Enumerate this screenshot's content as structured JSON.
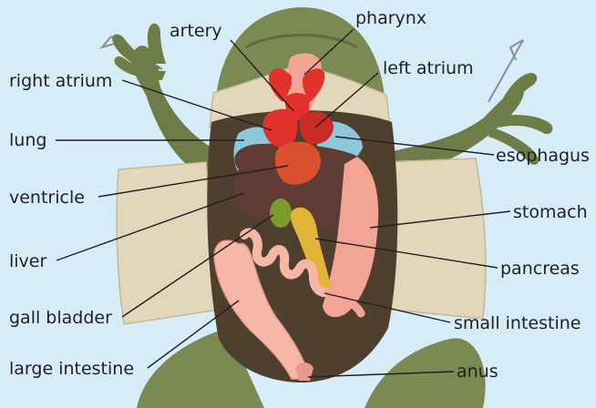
{
  "background_color": "#d6ecf7",
  "labels": {
    "artery": "artery",
    "pharynx": "pharynx",
    "right_atrium": "right atrium",
    "left_atrium": "left atrium",
    "lung": "lung",
    "esophagus": "esophagus",
    "ventricle": "ventricle",
    "stomach": "stomach",
    "liver": "liver",
    "pancreas": "pancreas",
    "gall_bladder": "gall bladder",
    "small_intestine": "small intestine",
    "large_intestine": "large intestine",
    "anus": "anus"
  },
  "colors": {
    "skin": "#7a8a52",
    "flap": "#e2d6bb",
    "cavity": "#4f3f2e",
    "heart": "#e2302a",
    "ventricle": "#d9502e",
    "lung": "#8cc8dc",
    "liver": "#5f3b33",
    "stomach": "#f2a595",
    "gall_bladder": "#7d9a2c",
    "pancreas": "#e3b43a",
    "intestine": "#f6b7a9",
    "leader_line": "#231f20"
  }
}
